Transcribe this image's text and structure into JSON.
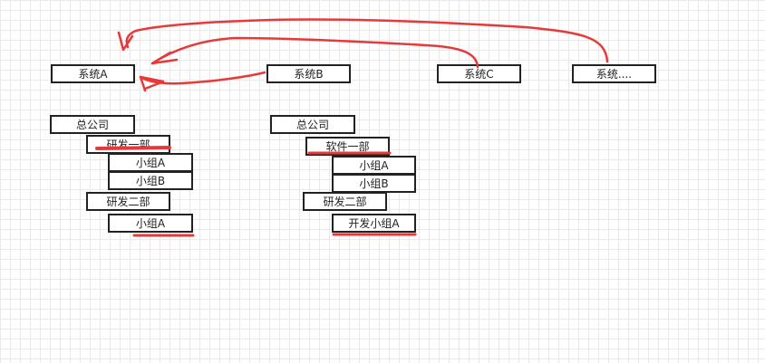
{
  "systems": {
    "a": "系统A",
    "b": "系统B",
    "c": "系统C",
    "more": "系统...."
  },
  "left_tree": {
    "root": "总公司",
    "dept1": "研发一部",
    "group_a": "小组A",
    "group_b": "小组B",
    "dept2": "研发二部",
    "dept2_group_a": "小组A"
  },
  "right_tree": {
    "root": "总公司",
    "dept1": "软件一部",
    "group_a": "小组A",
    "group_b": "小组B",
    "dept2": "研发二部",
    "dept2_group_a": "开发小组A"
  },
  "colors": {
    "annotation": "#e8393a",
    "box_border": "#222222",
    "grid": "#e9e9e9"
  }
}
